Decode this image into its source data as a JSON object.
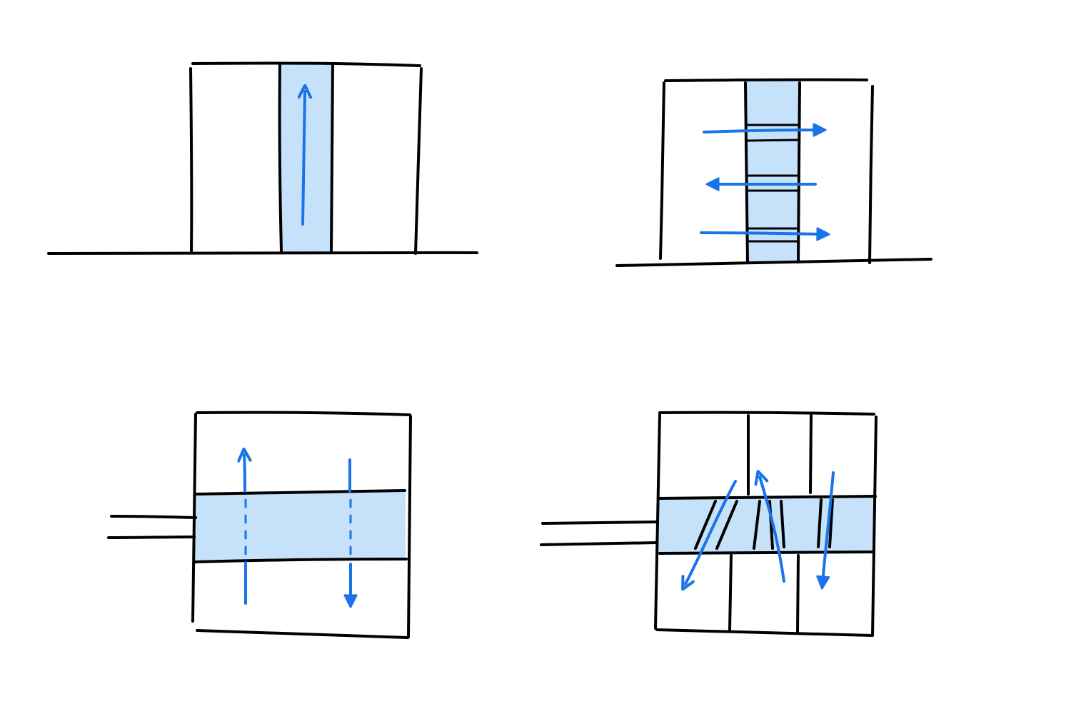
{
  "colors": {
    "ink": "#000000",
    "flow": "#1a73e8",
    "highlight": "#c6e2fa",
    "background": "#ffffff"
  },
  "panels": [
    {
      "id": "vertical-shaft-continuous",
      "flow": "up"
    },
    {
      "id": "vertical-shaft-floors",
      "flow": "horizontal-alternating"
    },
    {
      "id": "horizontal-band",
      "flow": "vertical-through"
    },
    {
      "id": "horizontal-band-grid",
      "flow": "diagonal-through"
    }
  ]
}
